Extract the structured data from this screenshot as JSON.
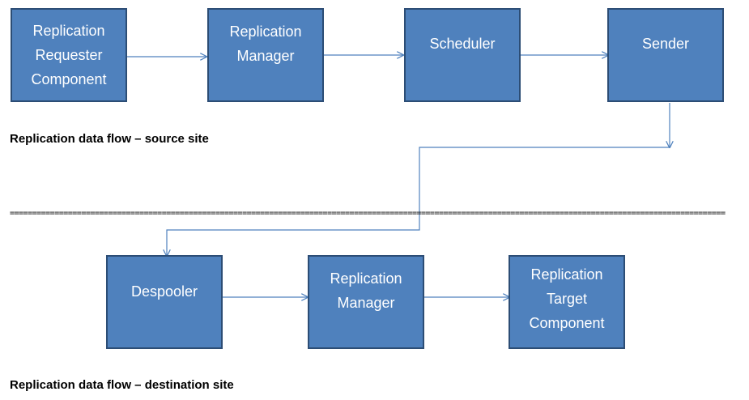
{
  "source": {
    "nodes": [
      {
        "id": "replication-requester-component",
        "lines": [
          "Replication",
          "Requester",
          "Component"
        ]
      },
      {
        "id": "replication-manager",
        "lines": [
          "Replication",
          "Manager"
        ]
      },
      {
        "id": "scheduler",
        "lines": [
          "Scheduler"
        ]
      },
      {
        "id": "sender",
        "lines": [
          "Sender"
        ]
      }
    ],
    "caption": "Replication data flow – source site"
  },
  "separator": "==============================================================================================================================================================================================",
  "destination": {
    "nodes": [
      {
        "id": "despooler",
        "lines": [
          "Despooler"
        ]
      },
      {
        "id": "replication-manager",
        "lines": [
          "Replication",
          "Manager"
        ]
      },
      {
        "id": "replication-target-component",
        "lines": [
          "Replication",
          "Target",
          "Component"
        ]
      }
    ],
    "caption": "Replication data flow – destination site"
  },
  "colors": {
    "box_fill": "#4f81bd",
    "box_border": "#2c4d75",
    "connector": "#4f81bd",
    "box_text": "#ffffff"
  }
}
